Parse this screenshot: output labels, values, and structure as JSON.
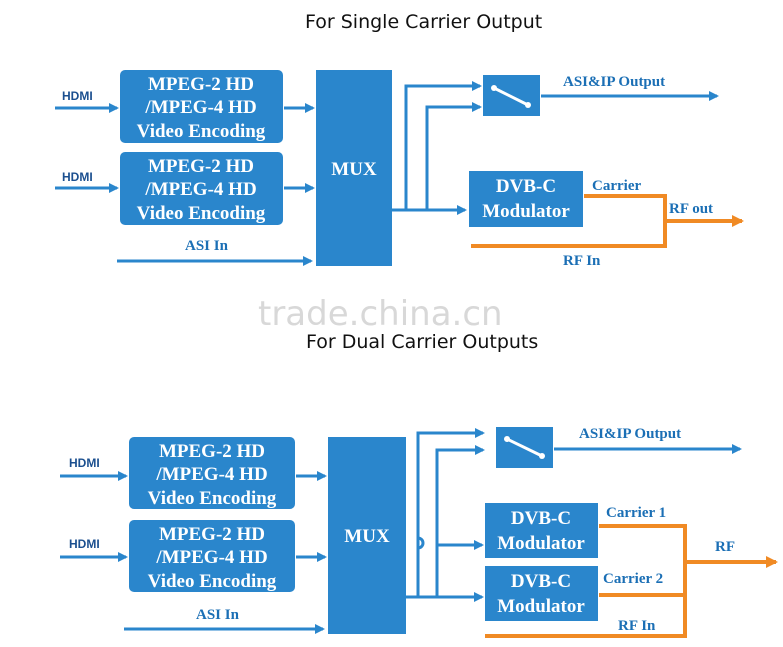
{
  "titles": {
    "single": "For Single Carrier Output",
    "dual": "For Dual Carrier Outputs"
  },
  "watermark": "trade.china.cn",
  "single": {
    "hdmi_1": "HDMI",
    "hdmi_2": "HDMI",
    "encoder_1": [
      "MPEG-2 HD",
      "/MPEG-4 HD",
      "Video Encoding"
    ],
    "encoder_2": [
      "MPEG-2 HD",
      "/MPEG-4 HD",
      "Video Encoding"
    ],
    "asi_in": "ASI In",
    "mux": "MUX",
    "asi_ip_output": "ASI&IP Output",
    "modulator": [
      "DVB-C",
      "Modulator"
    ],
    "carrier": "Carrier",
    "rf_out": "RF out",
    "rf_in": "RF In"
  },
  "dual": {
    "hdmi_1": "HDMI",
    "hdmi_2": "HDMI",
    "encoder_1": [
      "MPEG-2 HD",
      "/MPEG-4 HD",
      "Video Encoding"
    ],
    "encoder_2": [
      "MPEG-2 HD",
      "/MPEG-4 HD",
      "Video Encoding"
    ],
    "asi_in": "ASI In",
    "mux": "MUX",
    "asi_ip_output": "ASI&IP Output",
    "modulator_1": [
      "DVB-C",
      "Modulator"
    ],
    "modulator_2": [
      "DVB-C",
      "Modulator"
    ],
    "carrier_1": "Carrier 1",
    "carrier_2": "Carrier 2",
    "rf": "RF",
    "rf_in": "RF In"
  },
  "colors": {
    "block": "#2a86cc",
    "signal_line": "#2a86cc",
    "rf_line": "#f08a24",
    "label": "#1b6fb5"
  }
}
